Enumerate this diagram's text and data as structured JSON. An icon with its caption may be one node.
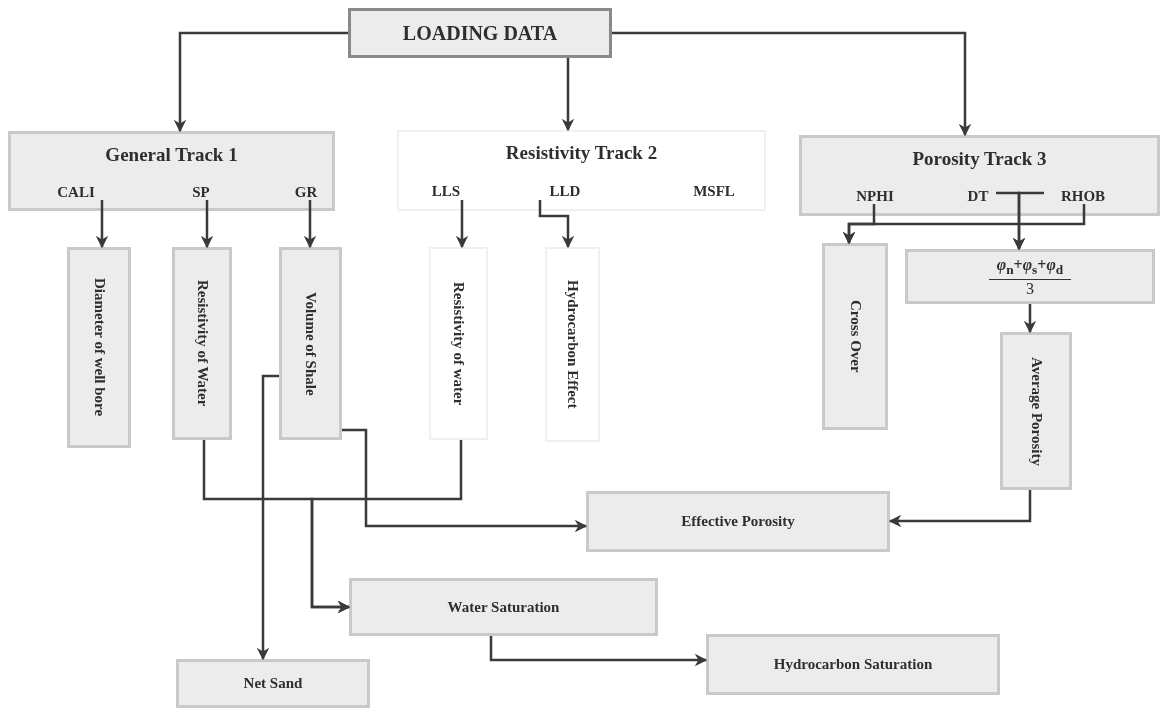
{
  "diagram": {
    "nodes": [
      {
        "text": [
          "LOADING DATA"
        ]
      },
      {
        "text": [
          "General Track 1"
        ]
      },
      {
        "text": [
          "CALI"
        ],
        "in": 1
      },
      {
        "text": [
          "SP"
        ],
        "in": 1
      },
      {
        "text": [
          "GR"
        ],
        "in": 1
      },
      {
        "text": [
          "Resistivity Track 2"
        ]
      },
      {
        "text": [
          "LLS"
        ],
        "in": 5
      },
      {
        "text": [
          "LLD"
        ],
        "in": 5
      },
      {
        "text": [
          "MSFL"
        ],
        "in": 5
      },
      {
        "text": [
          "Porosity Track 3"
        ]
      },
      {
        "text": [
          "NPHI"
        ],
        "in": 9
      },
      {
        "text": [
          "DT"
        ],
        "in": 9
      },
      {
        "text": [
          "RHOB"
        ],
        "in": 9
      },
      {
        "text": [
          "Diameter of well bore"
        ]
      },
      {
        "text": [
          "Resistivity of Water"
        ]
      },
      {
        "text": [
          "Volume of Shale"
        ]
      },
      {
        "text": [
          "Resistivity of water"
        ]
      },
      {
        "text": [
          "Hydrocarbon Effect"
        ]
      },
      {
        "text": [
          "Cross Over"
        ]
      },
      {
        "text": [
          "*φ*$_{n}$+*φ*$_{s}$+*φ*$_{d}$",
          "3"
        ]
      },
      {
        "text": [
          "Average Porosity"
        ]
      },
      {
        "text": [
          "Effective Porosity"
        ]
      },
      {
        "text": [
          "Water Saturation"
        ]
      },
      {
        "text": [
          "Net Sand"
        ]
      },
      {
        "text": [
          "Hydrocarbon Saturation"
        ]
      }
    ],
    "edges": [
      {
        "from": 0,
        "to": 1,
        "arrow": "to"
      },
      {
        "from": 0,
        "to": 5,
        "arrow": "to"
      },
      {
        "from": 0,
        "to": 9,
        "arrow": "to"
      },
      {
        "from": 2,
        "to": 13,
        "arrow": "to"
      },
      {
        "from": 3,
        "to": 14,
        "arrow": "to"
      },
      {
        "from": 4,
        "to": 15,
        "arrow": "to"
      },
      {
        "from": 6,
        "to": 16,
        "arrow": "to"
      },
      {
        "from": 7,
        "to": 17,
        "arrow": "to"
      },
      {
        "from": 10,
        "to": 18,
        "arrow": "to"
      },
      {
        "from": 12,
        "to": 18,
        "arrow": "to"
      },
      {
        "from": 11,
        "to": 19,
        "arrow": "to"
      },
      {
        "from": 12,
        "to": 19,
        "arrow": "to"
      },
      {
        "from": 19,
        "to": 20,
        "arrow": "to"
      },
      {
        "from": 14,
        "to": 22,
        "arrow": "to"
      },
      {
        "from": 16,
        "to": 22,
        "arrow": "to"
      },
      {
        "from": 15,
        "to": 21,
        "arrow": "to"
      },
      {
        "from": 20,
        "to": 21,
        "arrow": "to"
      },
      {
        "from": 15,
        "to": 23,
        "arrow": "to"
      },
      {
        "from": 22,
        "to": 24,
        "arrow": "to"
      }
    ]
  }
}
